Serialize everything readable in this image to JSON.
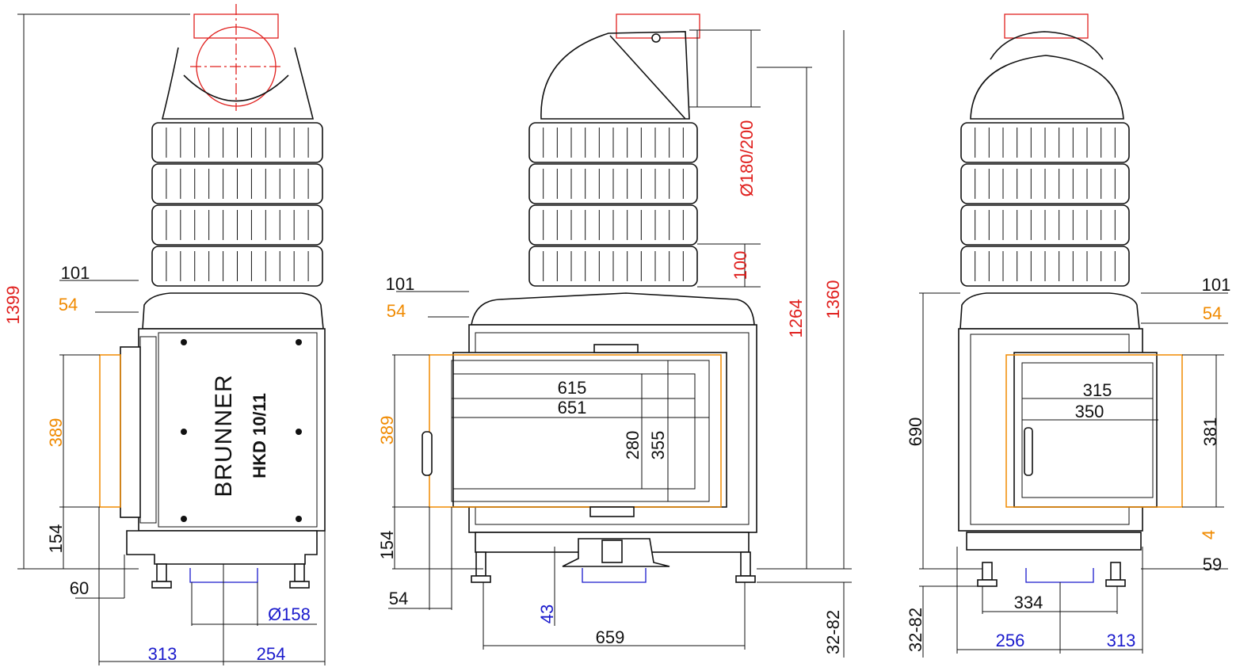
{
  "colors": {
    "flue": "#e0201e",
    "door": "#f08a00",
    "base": "#1a1acc",
    "lines": "#111111"
  },
  "left_view": {
    "brand": "BRUNNER",
    "model": "HKD 10/11",
    "total_height": "1399",
    "d101": "101",
    "d54": "54",
    "door_height": "389",
    "d154": "154",
    "d60": "60",
    "air_diameter": "Ø158",
    "d313": "313",
    "d254": "254"
  },
  "front_view": {
    "d101": "101",
    "d54": "54",
    "door_height": "389",
    "d154": "154",
    "d54_bottom": "54",
    "d43": "43",
    "width": "659",
    "glass_inner": "615",
    "glass_outer": "651",
    "glass_h_inner": "280",
    "glass_h_outer": "355",
    "flue_diameter": "Ø180/200",
    "d100": "100",
    "h1264": "1264",
    "h1360": "1360",
    "feet": "32-82"
  },
  "right_view": {
    "d101": "101",
    "d54": "54",
    "door_height": "381",
    "d4": "4",
    "d59": "59",
    "h690": "690",
    "glass_inner": "315",
    "glass_outer": "350",
    "d334": "334",
    "d256": "256",
    "d313": "313",
    "feet": "32-82"
  }
}
